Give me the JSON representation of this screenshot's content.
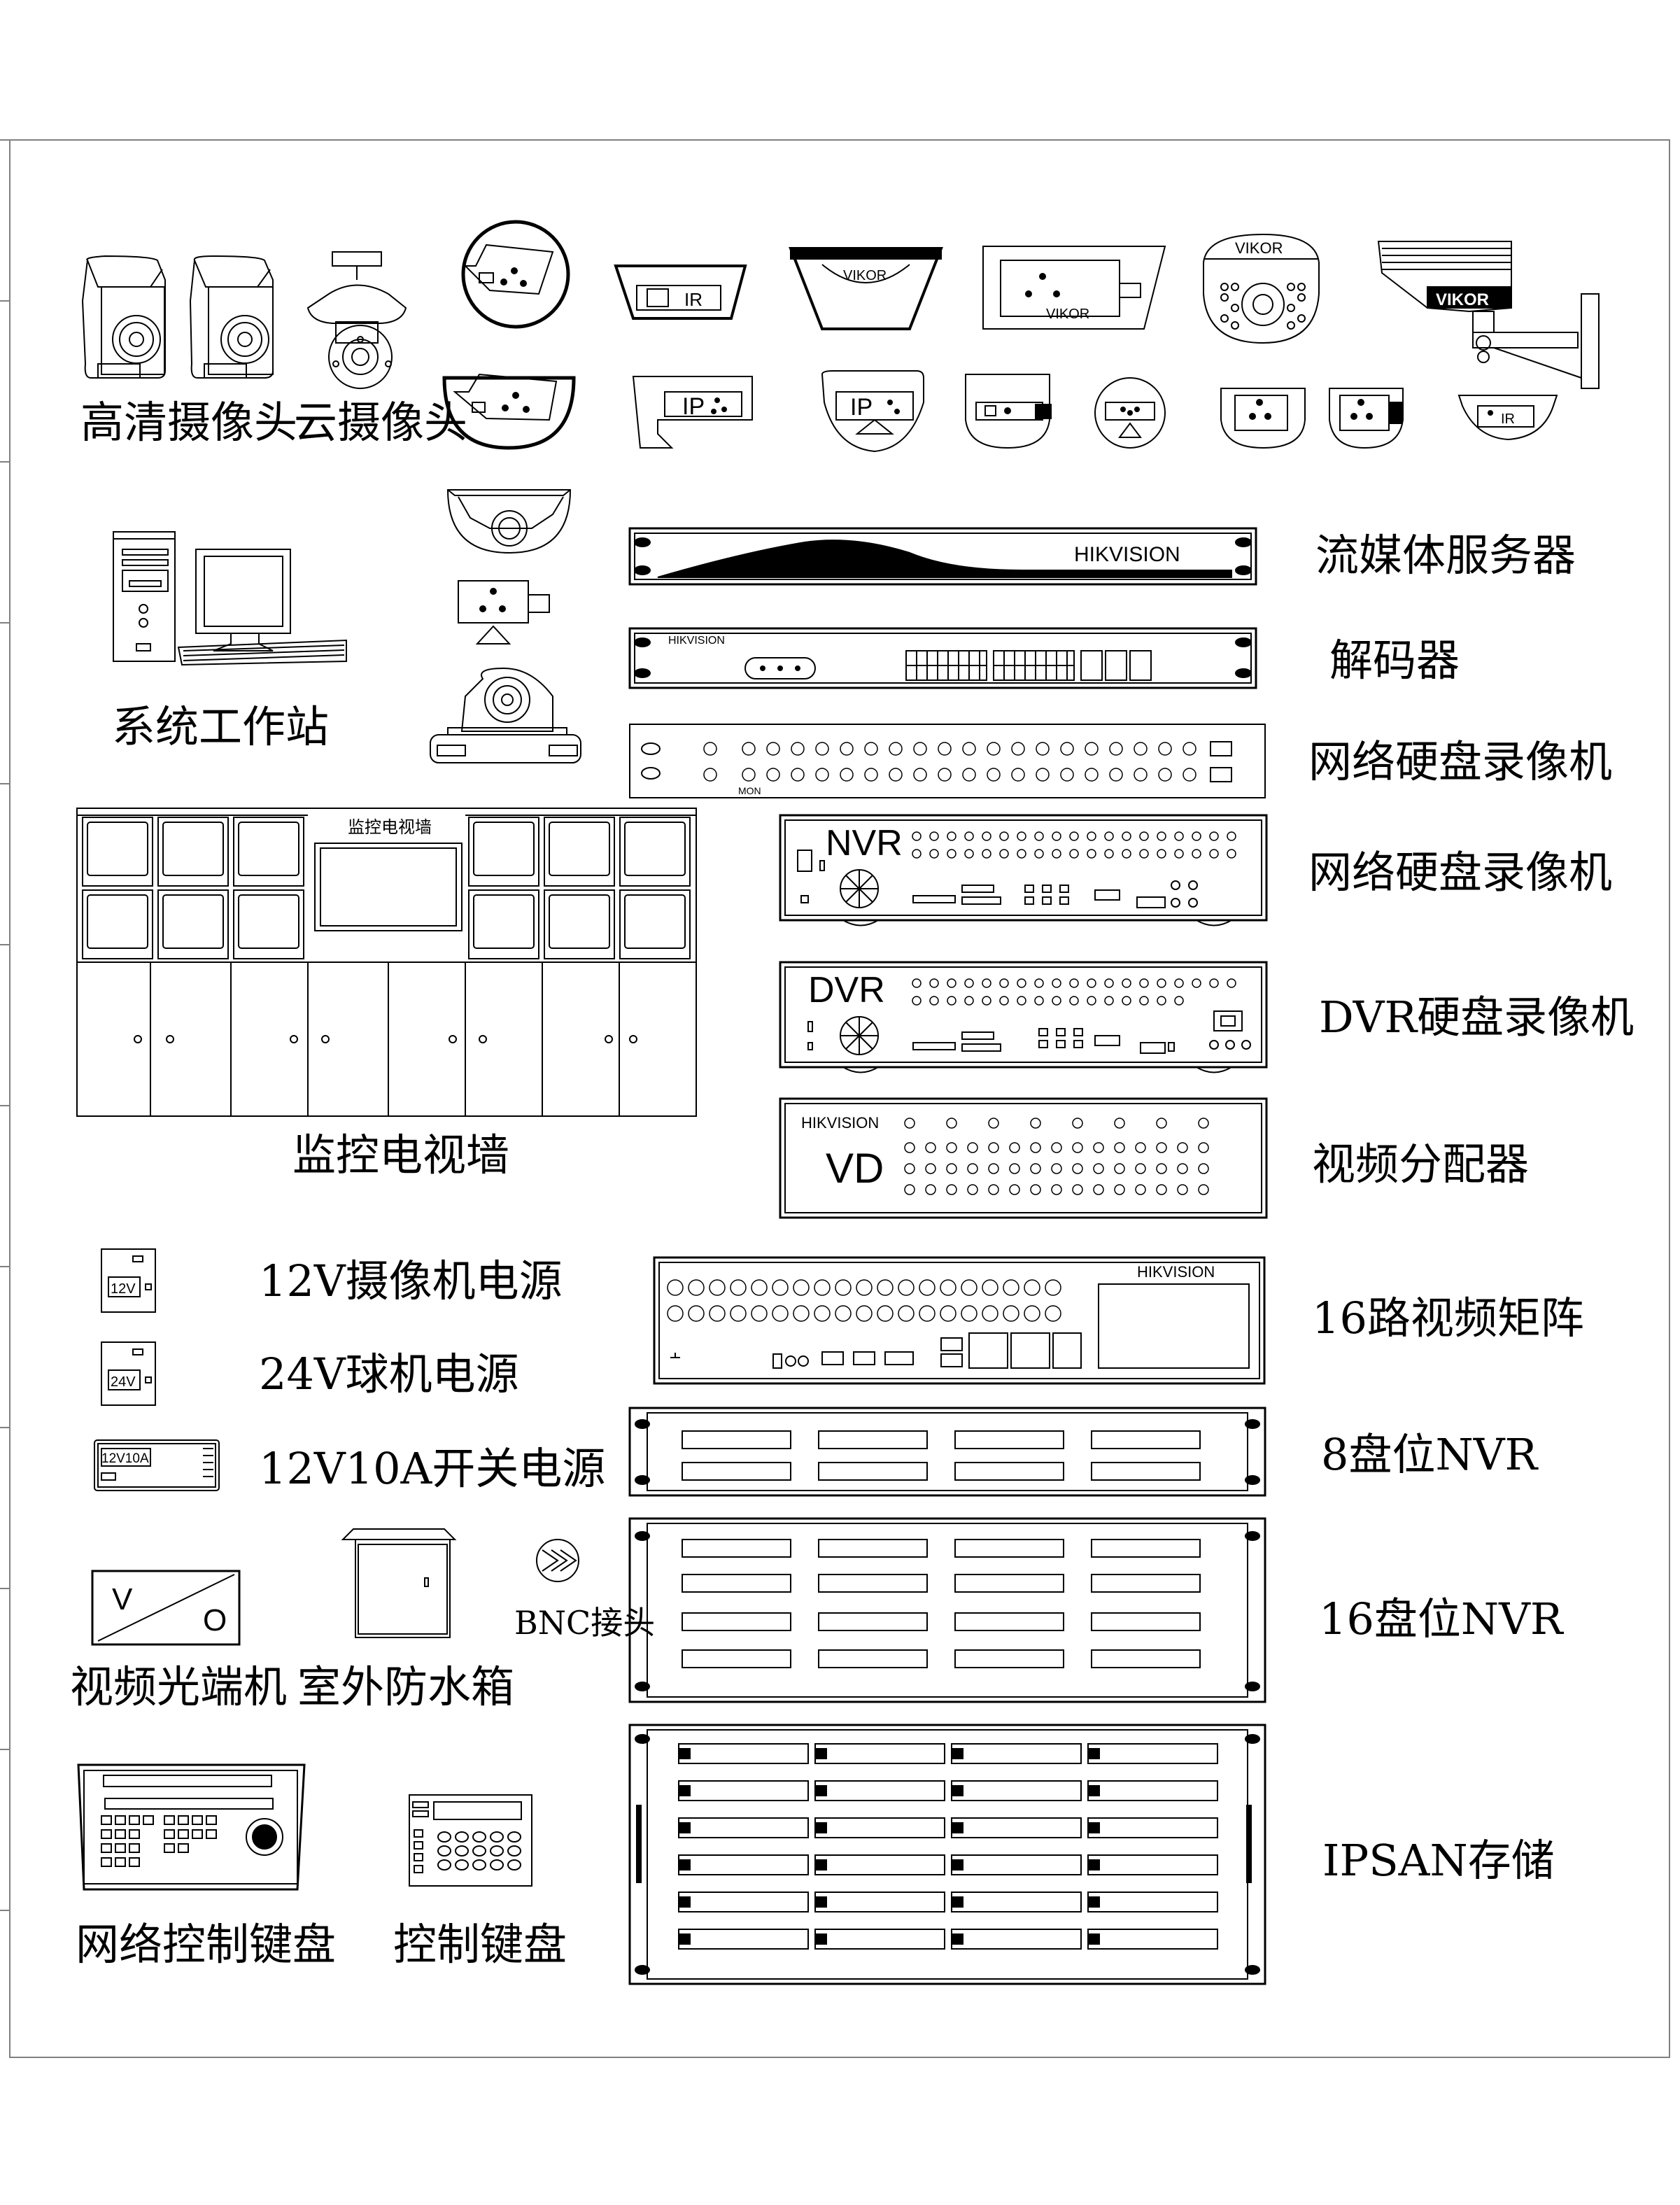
{
  "labels": {
    "hd_camera": "高清摄像头",
    "ptz_camera": "云摄像头",
    "workstation": "系统工作站",
    "video_wall": "监控电视墙",
    "video_wall_header": "监控电视墙",
    "psu_12v": "12V摄像机电源",
    "psu_24v": "24V球机电源",
    "psu_12v10a": "12V10A开关电源",
    "fiber_transceiver": "视频光端机",
    "outdoor_box": "室外防水箱",
    "bnc": "BNC接头",
    "net_keyboard": "网络控制键盘",
    "keyboard": "控制键盘",
    "streaming_server": "流媒体服务器",
    "decoder": "解码器",
    "nvr_1": "网络硬盘录像机",
    "nvr_2": "网络硬盘录像机",
    "dvr": "DVR硬盘录像机",
    "video_distributor": "视频分配器",
    "matrix_16": "16路视频矩阵",
    "nvr_8bay": "8盘位NVR",
    "nvr_16bay": "16盘位NVR",
    "ipsan": "IPSAN存储"
  },
  "device_text": {
    "hikvision": "HIKVISION",
    "vikor": "VIKOR",
    "ir": "IR",
    "ip": "IP",
    "nvr": "NVR",
    "dvr": "DVR",
    "vd": "VD",
    "mon": "MON",
    "v": "V",
    "o": "O",
    "v12": "12V",
    "v24": "24V",
    "v12a": "12V10A"
  },
  "icons": [
    "hd-camera-icon",
    "ptz-camera-icon",
    "dome-camera-icon",
    "ir-camera-icon",
    "ip-camera-icon",
    "bullet-camera-icon",
    "computer-icon",
    "rack-device-icon",
    "monitor-icon",
    "power-supply-icon",
    "keyboard-icon",
    "bnc-connector-icon"
  ],
  "colors": {
    "line": "#000000",
    "background": "#ffffff",
    "frame": "#808080"
  }
}
